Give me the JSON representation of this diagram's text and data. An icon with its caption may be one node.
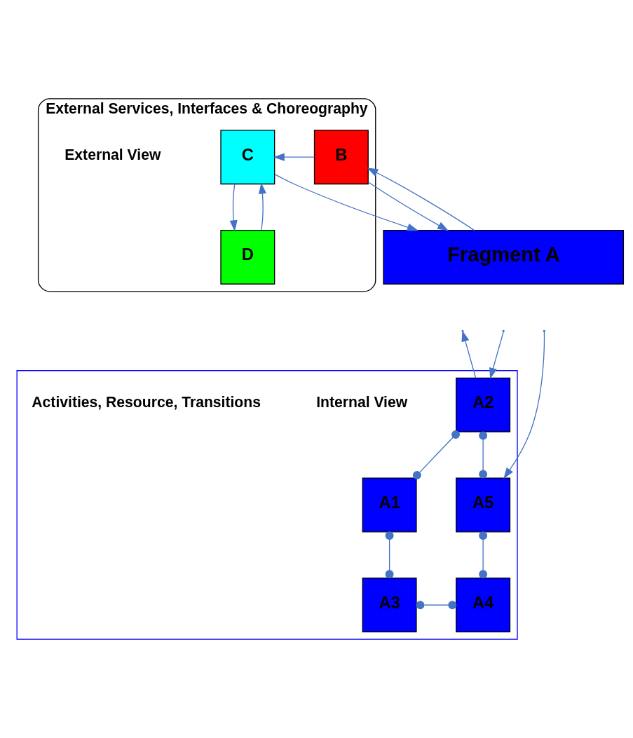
{
  "diagram": {
    "nodes": [
      {
        "text": [
          "External Services, Interfaces & Choreography"
        ]
      },
      {
        "text": [
          "B"
        ],
        "in": 0
      },
      {
        "text": [
          "C"
        ],
        "in": 0
      },
      {
        "text": [
          "D"
        ],
        "in": 0
      },
      {
        "text": [
          "Fragment A"
        ]
      },
      {
        "text": [],
        "shape": "box"
      },
      {
        "text": [
          "A2"
        ],
        "in": 5
      },
      {
        "text": [
          "A1"
        ],
        "in": 5
      },
      {
        "text": [
          "A5"
        ],
        "in": 5
      },
      {
        "text": [
          "A3"
        ],
        "in": 5
      },
      {
        "text": [
          "A4"
        ],
        "in": 5
      }
    ],
    "edges": [
      {
        "from": 1,
        "to": 2,
        "arrow": "to"
      },
      {
        "from": 2,
        "to": 3,
        "arrow": "to"
      },
      {
        "from": 3,
        "to": 2,
        "arrow": "to"
      },
      {
        "from": 1,
        "to": 4,
        "arrow": "to"
      },
      {
        "from": 4,
        "to": 1,
        "arrow": "to"
      },
      {
        "from": 2,
        "to": 4,
        "arrow": "to"
      },
      {
        "from": null,
        "to": 6,
        "arrow": "to"
      },
      {
        "from": 6,
        "to": null,
        "arrow": "to"
      },
      {
        "from": null,
        "to": 8,
        "arrow": "to"
      },
      {
        "from": 6,
        "to": 7,
        "arrow": "other"
      },
      {
        "from": 6,
        "to": 8,
        "arrow": "other"
      },
      {
        "from": 7,
        "to": 9,
        "arrow": "other"
      },
      {
        "from": 9,
        "to": 10,
        "arrow": "other"
      },
      {
        "from": 10,
        "to": 8,
        "arrow": "other"
      }
    ],
    "labels": [
      "External View",
      "Internal View",
      "Activities, Resource, Transitions"
    ]
  }
}
